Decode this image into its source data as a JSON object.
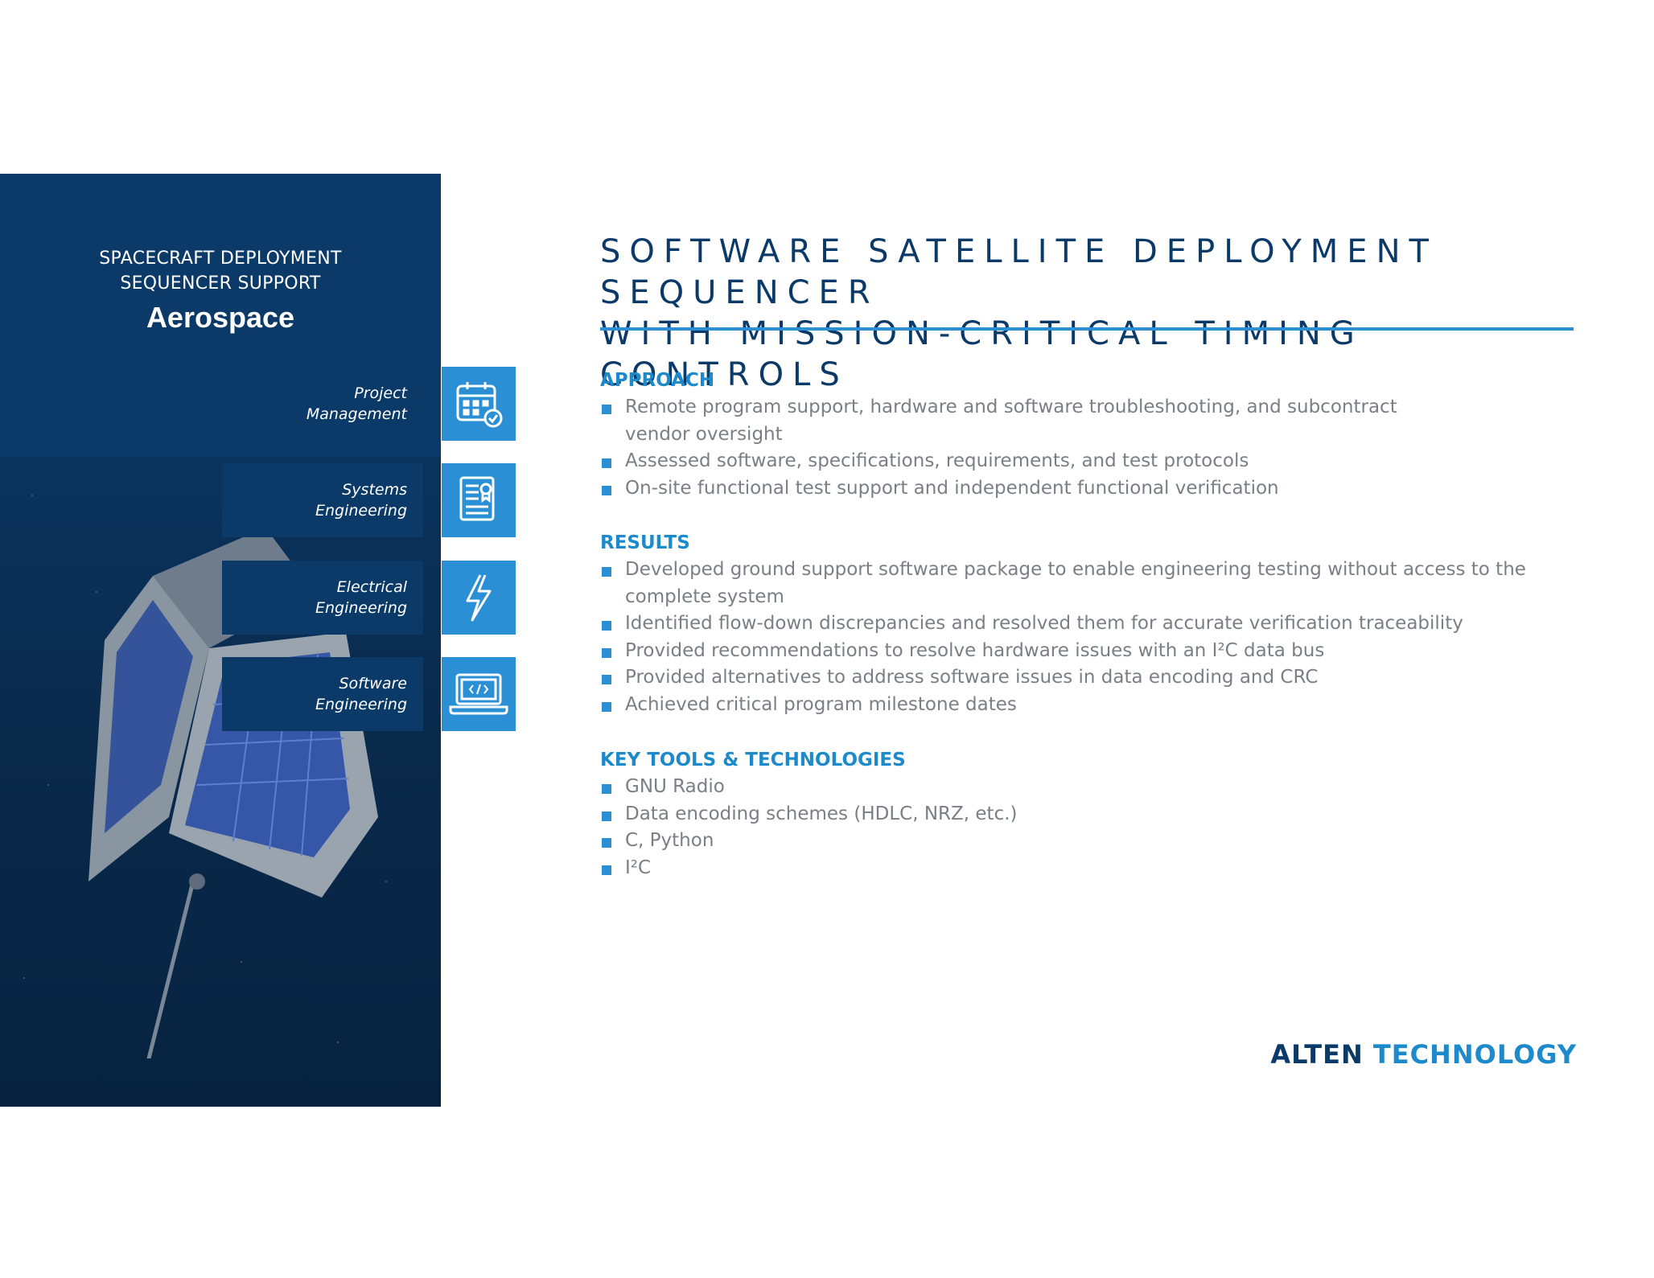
{
  "sidebar": {
    "subtitle_line1": "SPACECRAFT DEPLOYMENT",
    "subtitle_line2": "SEQUENCER SUPPORT",
    "industry": "Aerospace",
    "services": [
      {
        "line1": "Project",
        "line2": "Management",
        "icon": "calendar-check-icon"
      },
      {
        "line1": "Systems",
        "line2": "Engineering",
        "icon": "document-certificate-icon"
      },
      {
        "line1": "Electrical",
        "line2": "Engineering",
        "icon": "lightning-bolt-icon"
      },
      {
        "line1": "Software",
        "line2": "Engineering",
        "icon": "laptop-code-icon"
      }
    ]
  },
  "title": {
    "line1": "SOFTWARE SATELLITE DEPLOYMENT SEQUENCER",
    "line2": "WITH MISSION-CRITICAL TIMING CONTROLS"
  },
  "approach": {
    "heading": "APPROACH",
    "items": [
      "Remote program support, hardware and software troubleshooting, and subcontract vendor oversight",
      "Assessed software, specifications, requirements, and test protocols",
      "On-site functional test support and independent functional verification"
    ]
  },
  "results": {
    "heading": "RESULTS",
    "items": [
      "Developed ground support software package to enable engineering testing without access to the complete system",
      "Identified flow-down discrepancies and resolved them for accurate verification traceability",
      "Provided recommendations to resolve hardware issues with an I²C data bus",
      "Provided alternatives to address software issues in data encoding and CRC",
      "Achieved critical program milestone dates"
    ]
  },
  "tools": {
    "heading": "KEY TOOLS & TECHNOLOGIES",
    "items": [
      "GNU Radio",
      "Data encoding schemes (HDLC, NRZ, etc.)",
      "C, Python",
      "I²C"
    ]
  },
  "logo": {
    "word1": "ALTEN",
    "word2": "TECHNOLOGY"
  },
  "colors": {
    "navy": "#0b3a68",
    "accent_blue": "#2a8fd4",
    "body_gray": "#7a7f86"
  }
}
